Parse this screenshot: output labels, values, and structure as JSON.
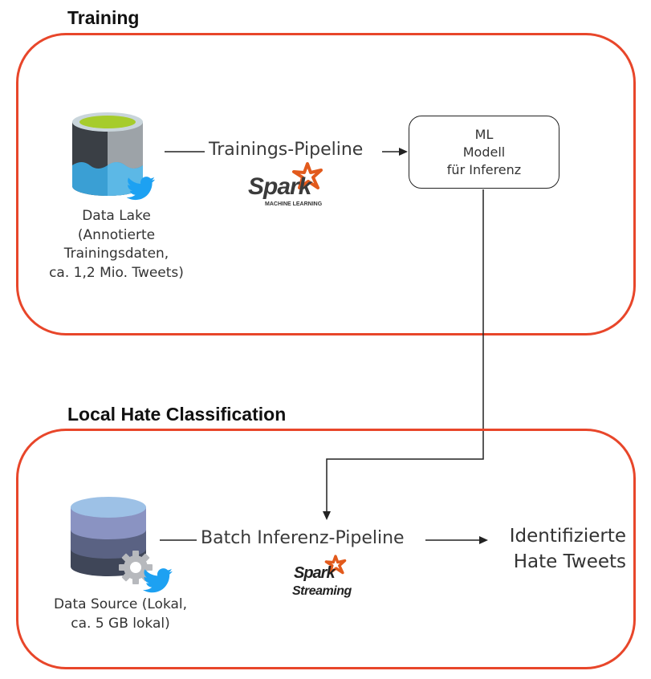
{
  "training": {
    "title": "Training",
    "source_label": "Data Lake\n(Annotierte\nTrainingsdaten,\nca. 1,2 Mio. Tweets)",
    "pipeline_label": "Trainings-Pipeline",
    "logo": {
      "word": "Spark",
      "caption": "MACHINE LEARNING"
    },
    "model_lines": [
      "ML",
      "Modell",
      "für Inferenz"
    ]
  },
  "classification": {
    "title": "Local Hate Classification",
    "source_label": "Data Source (Lokal,\nca. 5 GB lokal)",
    "pipeline_label": "Batch Inferenz-Pipeline",
    "logo": {
      "word": "Spark",
      "caption": "Streaming"
    },
    "result_lines": [
      "Identifizierte",
      "Hate Tweets"
    ]
  },
  "colors": {
    "frame": "#e8462a",
    "lake_top": "#a6cc2c",
    "lake_dark": "#4b4f55",
    "lake_water": "#3a9fd4",
    "twitter": "#1da1f2",
    "db_top": "#8ab4e0",
    "db_mid": "#7b87b8",
    "db_low": "#4f5670",
    "spark_star": "#e25a1c"
  },
  "icons": [
    "data-lake-icon",
    "twitter-icon",
    "database-icon",
    "gear-icon",
    "spark-star-icon"
  ]
}
